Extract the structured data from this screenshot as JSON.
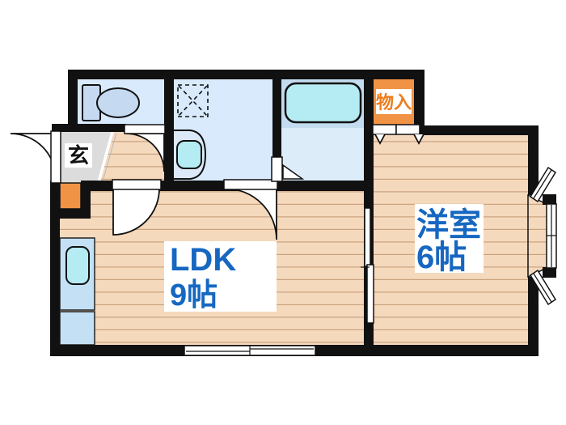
{
  "floorplan": {
    "labels": {
      "entrance": "玄",
      "storage": "物入",
      "ldk_name": "LDK",
      "ldk_size": "9帖",
      "western_room_name": "洋室",
      "western_room_size": "6帖"
    },
    "colors": {
      "wall": "#111111",
      "wood_floor": "#f5d9bd",
      "plank_line": "#c9a27e",
      "tile_floor": "#d8eafb",
      "bath_upper_zone": "#c3dcf0",
      "bath_lower_zone": "#ddecf9",
      "fixture_blue": "#c5daf1",
      "water_cyan": "#b5ebf2",
      "kitchen_counter": "#c3e0f5",
      "basin_unit": "#dbe9f8",
      "storage_orange": "#f19345",
      "storage_text": "#ed7d1e",
      "room_label_blue": "#1667c1",
      "entrance_gray": "#dcdcdc"
    }
  }
}
